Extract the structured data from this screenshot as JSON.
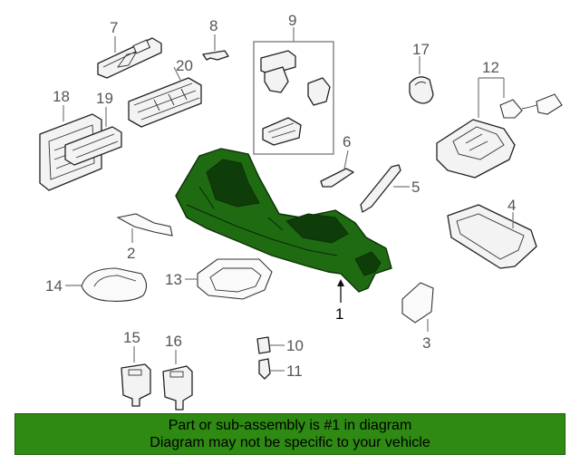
{
  "diagram": {
    "callouts": {
      "c1": "1",
      "c2": "2",
      "c3": "3",
      "c4": "4",
      "c5": "5",
      "c6": "6",
      "c7": "7",
      "c8": "8",
      "c9": "9",
      "c10": "10",
      "c11": "11",
      "c12": "12",
      "c13": "13",
      "c14": "14",
      "c15": "15",
      "c16": "16",
      "c17": "17",
      "c18": "18",
      "c19": "19",
      "c20": "20"
    },
    "highlight_color": "#1f6b12"
  },
  "banner": {
    "line1": "Part or sub-assembly is #1 in diagram",
    "line2": "Diagram may not be specific to your vehicle",
    "background": "#2f8a13"
  }
}
